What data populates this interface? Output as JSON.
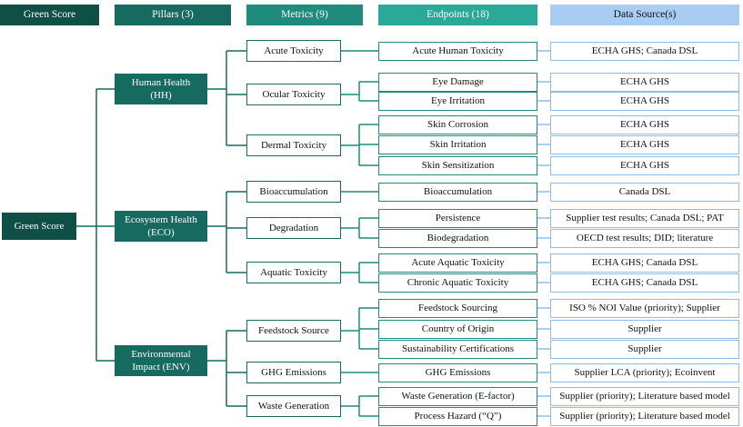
{
  "header": {
    "col1": "Green Score",
    "col2": "Pillars (3)",
    "col3": "Metrics (9)",
    "col4": "Endpoints (18)",
    "col5": "Data Source(s)"
  },
  "root": {
    "label": "Green Score"
  },
  "pillars": [
    {
      "line1": "Human Health",
      "line2": "(HH)"
    },
    {
      "line1": "Ecosystem Health",
      "line2": "(ECO)"
    },
    {
      "line1": "Environmental",
      "line2": "Impact (ENV)"
    }
  ],
  "metrics": [
    {
      "label": "Acute Toxicity",
      "pillar": 0
    },
    {
      "label": "Ocular Toxicity",
      "pillar": 0
    },
    {
      "label": "Dermal Toxicity",
      "pillar": 0
    },
    {
      "label": "Bioaccumulation",
      "pillar": 1
    },
    {
      "label": "Degradation",
      "pillar": 1
    },
    {
      "label": "Aquatic Toxicity",
      "pillar": 1
    },
    {
      "label": "Feedstock Source",
      "pillar": 2
    },
    {
      "label": "GHG Emissions",
      "pillar": 2
    },
    {
      "label": "Waste Generation",
      "pillar": 2
    }
  ],
  "endpoints": [
    {
      "label": "Acute Human Toxicity",
      "metric": 0,
      "source": "ECHA GHS; Canada DSL"
    },
    {
      "label": "Eye Damage",
      "metric": 1,
      "source": "ECHA GHS"
    },
    {
      "label": "Eye Irritation",
      "metric": 1,
      "source": "ECHA GHS"
    },
    {
      "label": "Skin Corrosion",
      "metric": 2,
      "source": "ECHA GHS"
    },
    {
      "label": "Skin Irritation",
      "metric": 2,
      "source": "ECHA GHS"
    },
    {
      "label": "Skin Sensitization",
      "metric": 2,
      "source": "ECHA GHS"
    },
    {
      "label": "Bioaccumulation",
      "metric": 3,
      "source": "Canada DSL"
    },
    {
      "label": "Persistence",
      "metric": 4,
      "source": "Supplier test results; Canada DSL; PAT"
    },
    {
      "label": "Biodegradation",
      "metric": 4,
      "source": "OECD test results; DID; literature"
    },
    {
      "label": "Acute Aquatic Toxicity",
      "metric": 5,
      "source": "ECHA GHS; Canada DSL"
    },
    {
      "label": "Chronic Aquatic Toxicity",
      "metric": 5,
      "source": "ECHA GHS; Canada DSL"
    },
    {
      "label": "Feedstock Sourcing",
      "metric": 6,
      "source": "ISO % NOI Value (priority); Supplier"
    },
    {
      "label": "Country of Origin",
      "metric": 6,
      "source": "Supplier"
    },
    {
      "label": "Sustainability Certifications",
      "metric": 6,
      "source": "Supplier"
    },
    {
      "label": "GHG Emissions",
      "metric": 7,
      "source": "Supplier LCA (priority); Ecoinvent"
    },
    {
      "label": "Waste Generation (E-factor)",
      "metric": 8,
      "source": "Supplier (priority); Literature based model"
    },
    {
      "label": "Process Hazard (“Q”)",
      "metric": 8,
      "source": "Supplier (priority); Literature based model"
    }
  ],
  "colors": {
    "root": "#0f4f46",
    "pillar": "#176a60",
    "endpoint_border": "#1f8b7c",
    "source_border": "#8fbde8",
    "header_source": "#a9cdf2"
  }
}
